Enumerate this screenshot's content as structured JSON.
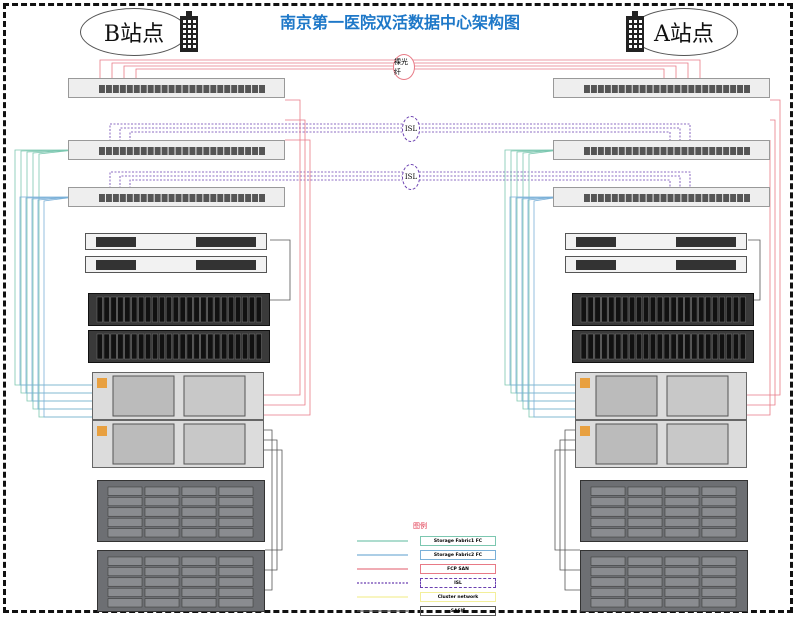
{
  "title": "南京第一医院双活数据中心架构图",
  "sites": {
    "b": "B站点",
    "a": "A站点"
  },
  "links": {
    "dark_fiber": "裸光纤",
    "isl1": "ISL",
    "isl2": "ISL"
  },
  "legend": {
    "title": "图例",
    "items": [
      {
        "label": "Storage Fabric1 FC",
        "color": "#7cc7b0"
      },
      {
        "label": "Storage Fabric2 FC",
        "color": "#7ab0d8"
      },
      {
        "label": "FCP SAN",
        "color": "#e87a86"
      },
      {
        "label": "ISL",
        "color": "#6a3fb0"
      },
      {
        "label": "Cluster network",
        "color": "#f3ef9a"
      },
      {
        "label": "SAS线",
        "color": "#555555"
      }
    ]
  }
}
